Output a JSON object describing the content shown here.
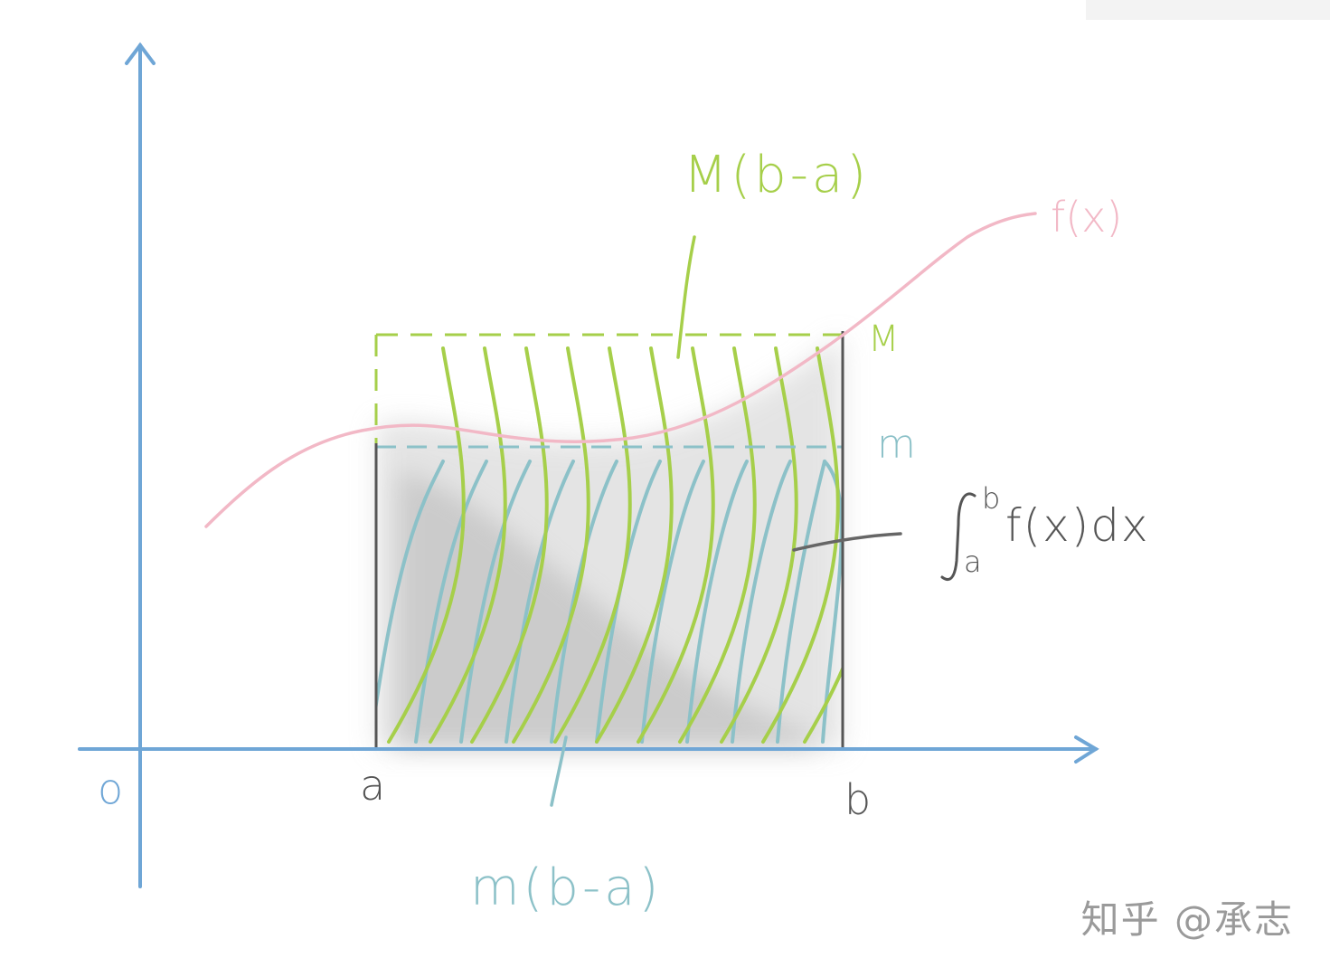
{
  "labels": {
    "origin": "o",
    "a": "a",
    "b": "b",
    "fx": "f(x)",
    "M": "M",
    "m": "m",
    "upper_area": "M(b-a)",
    "lower_area": "m(b-a)",
    "integral_a": "a",
    "integral_b": "b",
    "integral_body": "f(x)dx"
  },
  "watermark": "知乎 @承志",
  "colors": {
    "axis": "#6fa6d6",
    "curve": "#f2b8c6",
    "green": "#a6cf4a",
    "teal": "#8cc1c8",
    "dark": "#555555",
    "shade": "#bdbdbd"
  }
}
